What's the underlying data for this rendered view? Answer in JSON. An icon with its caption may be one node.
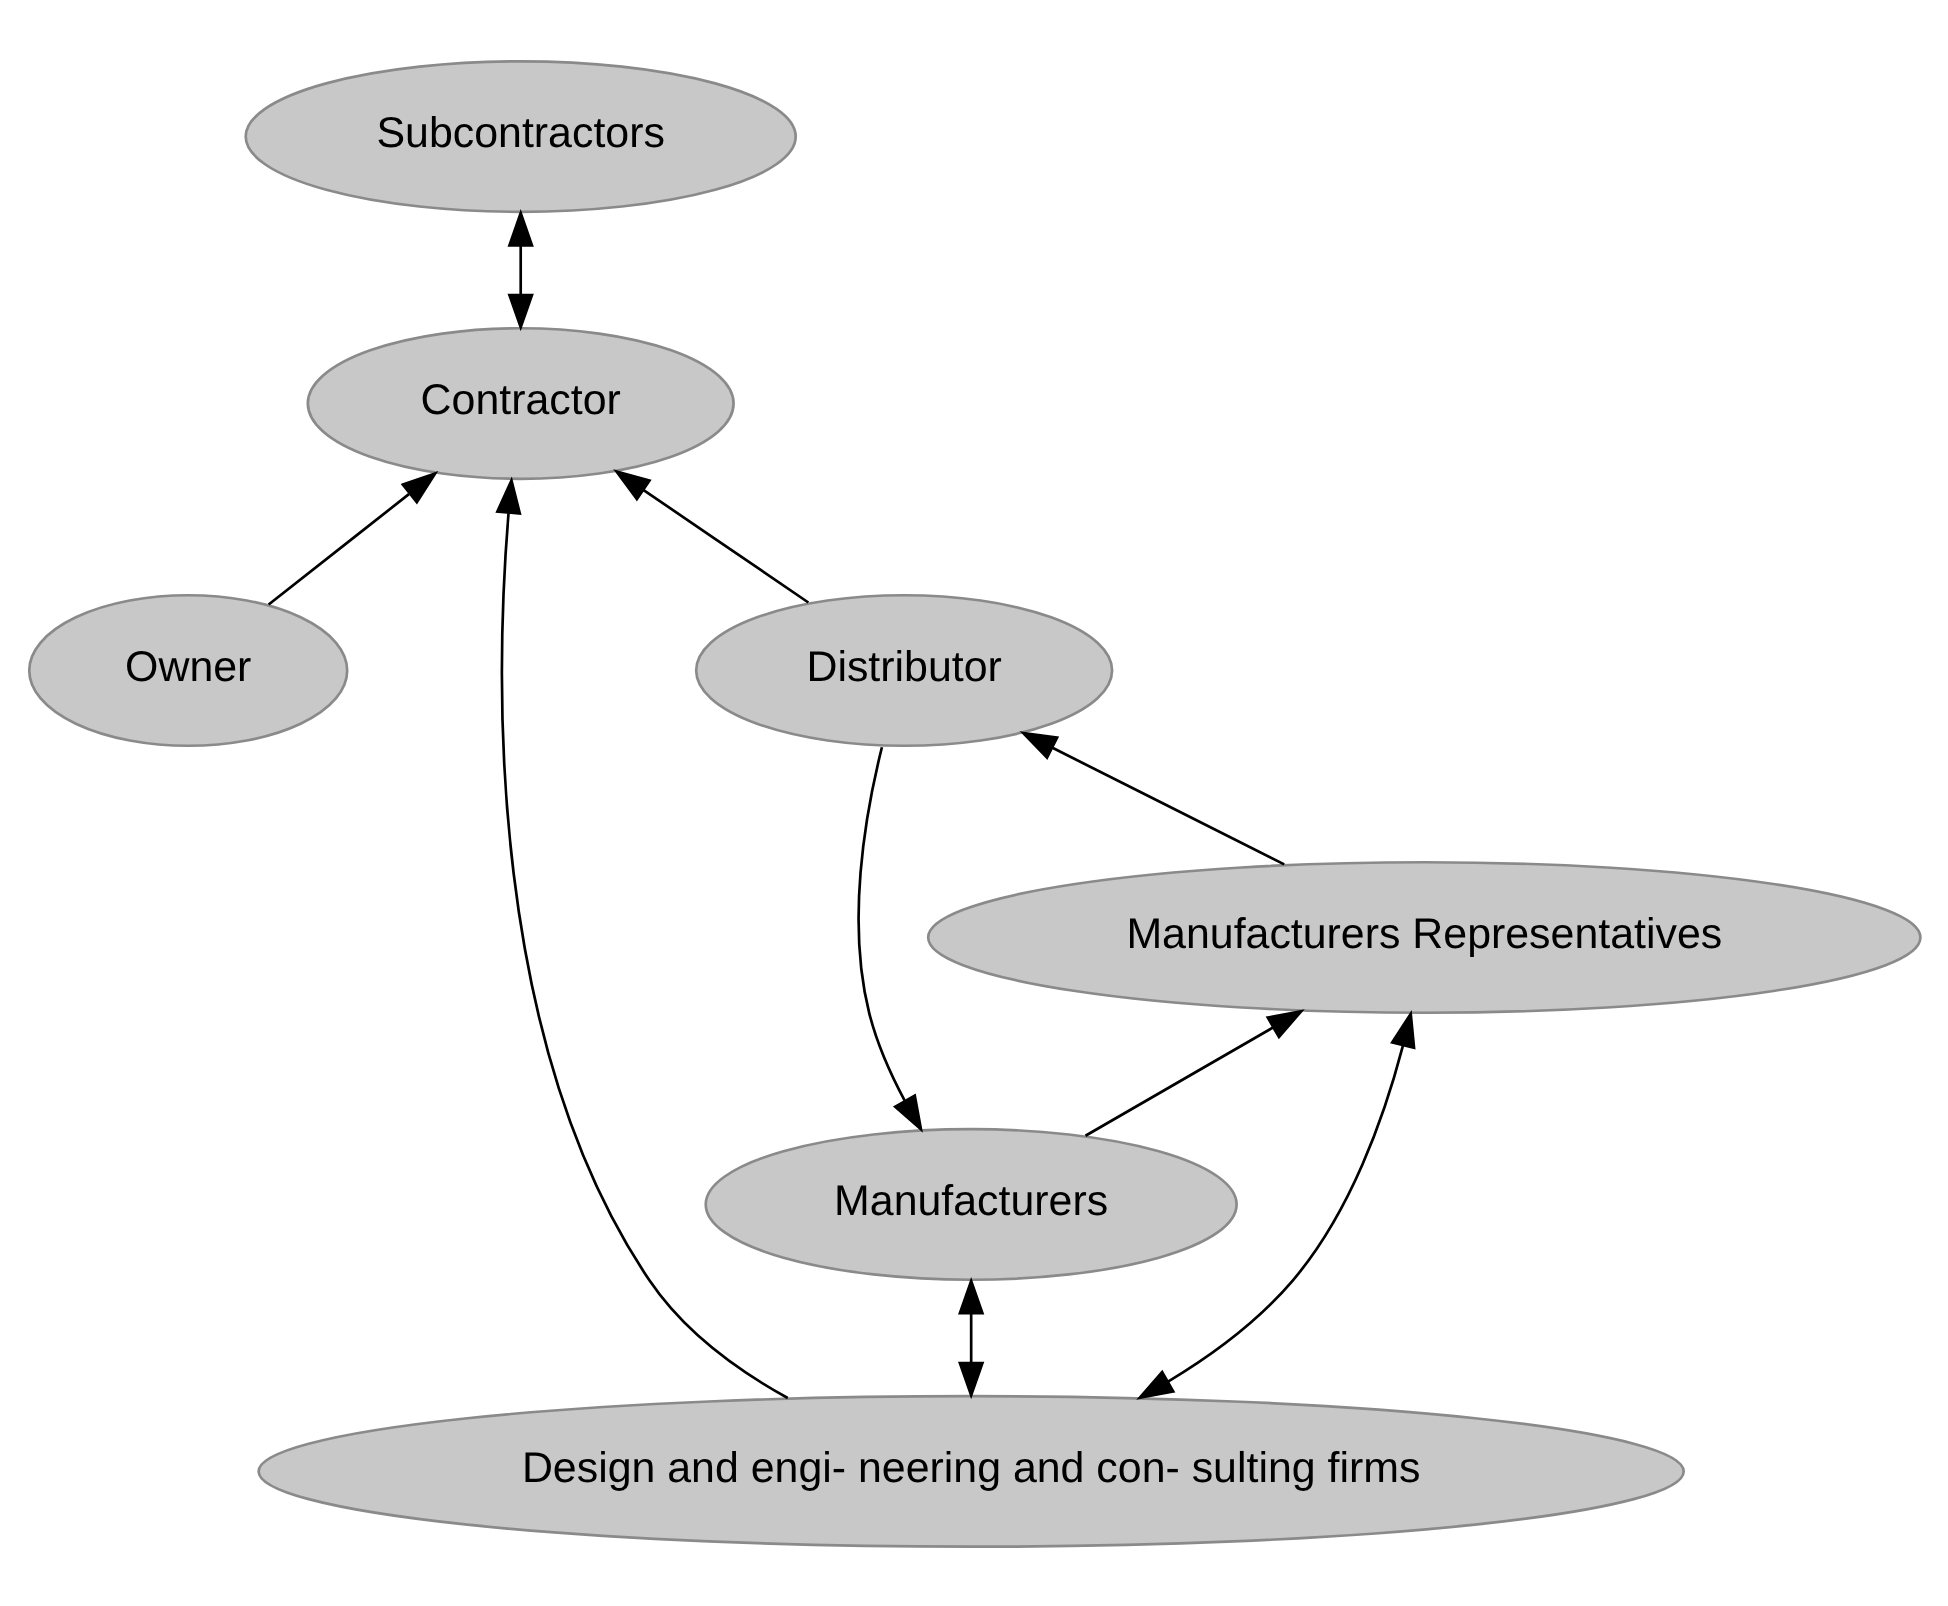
{
  "diagram": {
    "nodes": [
      {
        "text": [
          "Owner"
        ]
      },
      {
        "text": [
          "Design and engi- neering and con- sulting firms"
        ]
      },
      {
        "text": [
          "Contractor"
        ]
      },
      {
        "text": [
          "Distributor"
        ]
      },
      {
        "text": [
          "Subcontractors"
        ]
      },
      {
        "text": [
          "Manufacturers"
        ]
      },
      {
        "text": [
          "Manufacturers Representatives"
        ]
      }
    ],
    "edges": [
      {
        "from": 0,
        "to": 2,
        "arrow": "to"
      },
      {
        "from": 1,
        "to": 2,
        "arrow": "to"
      },
      {
        "from": 3,
        "to": 2,
        "arrow": "to"
      },
      {
        "from": 2,
        "to": 4,
        "arrow": "both"
      },
      {
        "from": 1,
        "to": 5,
        "arrow": "both"
      },
      {
        "from": 1,
        "to": 6,
        "arrow": "both"
      },
      {
        "from": 5,
        "to": 6,
        "arrow": "to"
      },
      {
        "from": 6,
        "to": 3,
        "arrow": "to"
      },
      {
        "from": 3,
        "to": 5,
        "arrow": "to"
      }
    ]
  }
}
